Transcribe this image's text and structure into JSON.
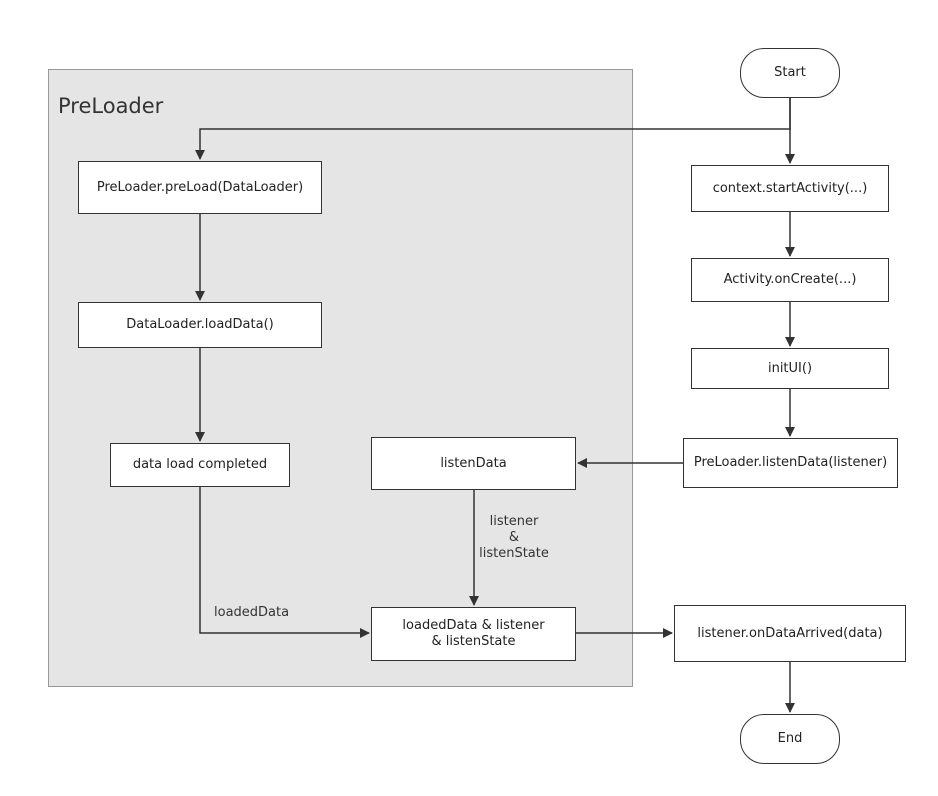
{
  "group": {
    "title": "PreLoader"
  },
  "nodes": {
    "start": "Start",
    "start_activity": "context.startActivity(...)",
    "on_create": "Activity.onCreate(...)",
    "init_ui": "initUI()",
    "listen_data_call": "PreLoader.listenData(listener)",
    "preload": "PreLoader.preLoad(DataLoader)",
    "load_data": "DataLoader.loadData()",
    "data_load_completed": "data load completed",
    "listen_data": "listenData",
    "merge": "loadedData & listener\n& listenState",
    "on_data_arrived": "listener.onDataArrived(data)",
    "end": "End"
  },
  "edge_labels": {
    "listener_state": "listener\n&\nlistenState",
    "loaded_data": "loadedData"
  },
  "colors": {
    "group_fill": "#e5e5e5",
    "group_border": "#999999",
    "stroke": "#333333"
  }
}
